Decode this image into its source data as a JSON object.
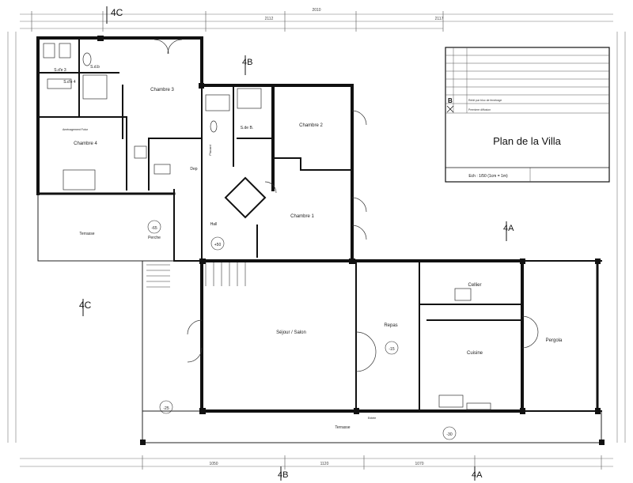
{
  "title_block": {
    "title": "Plan de la Villa",
    "scale": "Ech : 1/50 (1cm = 1m)",
    "revision_b_code": "B",
    "revision_b_text": "Rebit par bloc de fenetrage",
    "revision_c_text": "Premiere diffusion"
  },
  "rooms": {
    "chambre3": "Chambre 3",
    "chambre4": "Chambre 4",
    "chambre2": "Chambre 2",
    "chambre1": "Chambre 1",
    "sdb_top": "S.d.b",
    "sde3": "S.d'e 3",
    "sde4": "S.d'e 4",
    "sdeb": "S.de B.",
    "hall": "Hall",
    "perche": "Perche",
    "terrasse_left": "Terrasse",
    "sejour": "Séjour / Salon",
    "repas": "Repas",
    "cuisine": "Cuisine",
    "cellier": "Cellier",
    "pergola": "Pergola",
    "terrasse_bottom": "Terrasse",
    "dep": "Dep",
    "placard": "Placard",
    "rangement": "Aménagement Futur",
    "entree": "Entrée"
  },
  "levels": {
    "perche": "-65",
    "hall": "+50",
    "repas": "-15",
    "terrasse": "-30",
    "left_terrace": "-25"
  },
  "section_marks": {
    "top_c": "4C",
    "mid_b": "4B",
    "right_a": "4A",
    "left_c": "4C",
    "bottom_b": "4B",
    "bottom_a": "4A"
  },
  "dimensions": {
    "overall_top": "2010",
    "top_seg1": "2112",
    "top_seg2": "2117",
    "bottom_seg1": "1050",
    "bottom_seg2": "1120",
    "bottom_seg3": "1070"
  }
}
